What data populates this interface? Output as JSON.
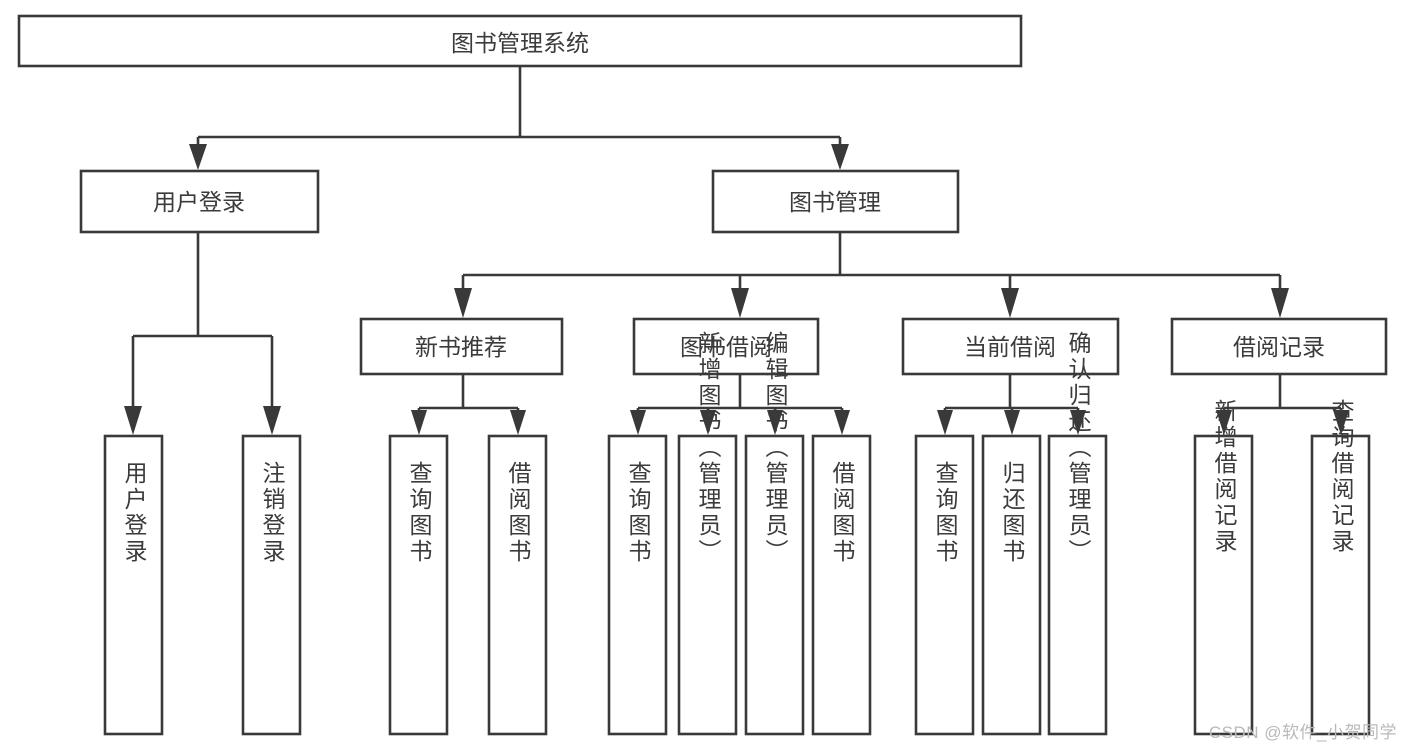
{
  "diagram": {
    "title": "图书管理系统",
    "watermark": "CSDN @软件_小贺同学",
    "colors": {
      "background": "#ffffff",
      "stroke": "#393939",
      "text": "#3b3b3b",
      "watermark": "#b9b9b9"
    },
    "root": {
      "label": "图书管理系统"
    },
    "level2": [
      {
        "label": "用户登录"
      },
      {
        "label": "图书管理"
      }
    ],
    "level3": [
      {
        "label": "新书推荐"
      },
      {
        "label": "图书借阅"
      },
      {
        "label": "当前借阅"
      },
      {
        "label": "借阅记录"
      }
    ],
    "leaves": {
      "user_login": [
        {
          "label": "用户登录"
        },
        {
          "label": "注销登录"
        }
      ],
      "new_book_recommend": [
        {
          "label": "查询图书"
        },
        {
          "label": "借阅图书"
        }
      ],
      "book_borrow": [
        {
          "label": "查询图书"
        },
        {
          "label": "新增图书（管理员）"
        },
        {
          "label": "编辑图书（管理员）"
        },
        {
          "label": "借阅图书"
        }
      ],
      "current_borrow": [
        {
          "label": "查询图书"
        },
        {
          "label": "归还图书"
        },
        {
          "label": "确认归还（管理员）"
        }
      ],
      "borrow_record": [
        {
          "label": "新增借阅记录"
        },
        {
          "label": "查询借阅记录"
        }
      ]
    }
  }
}
